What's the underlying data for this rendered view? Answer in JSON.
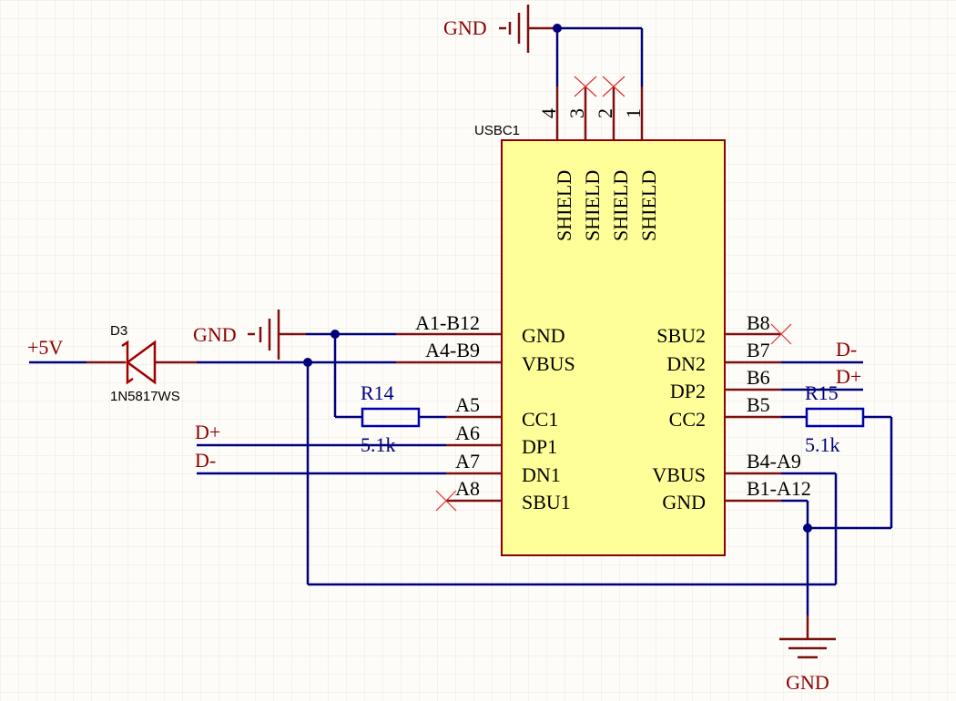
{
  "connector": {
    "designator": "USBC1",
    "shield": {
      "pin_numbers": [
        "4",
        "3",
        "2",
        "1"
      ],
      "pin_names": [
        "SHIELD",
        "SHIELD",
        "SHIELD",
        "SHIELD"
      ]
    },
    "left_pins": [
      {
        "number": "A1-B12",
        "name": "GND"
      },
      {
        "number": "A4-B9",
        "name": "VBUS"
      },
      {
        "number": "A5",
        "name": "CC1"
      },
      {
        "number": "A6",
        "name": "DP1"
      },
      {
        "number": "A7",
        "name": "DN1"
      },
      {
        "number": "A8",
        "name": "SBU1"
      }
    ],
    "right_pins": [
      {
        "number": "B8",
        "name": "SBU2"
      },
      {
        "number": "B7",
        "name": "DN2"
      },
      {
        "number": "B6",
        "name": "DP2"
      },
      {
        "number": "B5",
        "name": "CC2"
      },
      {
        "number": "B4-A9",
        "name": "VBUS"
      },
      {
        "number": "B1-A12",
        "name": "GND"
      }
    ]
  },
  "diode": {
    "designator": "D3",
    "part": "1N5817WS"
  },
  "resistors": [
    {
      "designator": "R14",
      "value": "5.1k"
    },
    {
      "designator": "R15",
      "value": "5.1k"
    }
  ],
  "nets": {
    "plus5v": "+5V",
    "gnd_top": "GND",
    "gnd_left": "GND",
    "gnd_bottom": "GND",
    "left_dplus": "D+",
    "left_dminus": "D-",
    "right_dminus": "D-",
    "right_dplus": "D+"
  }
}
